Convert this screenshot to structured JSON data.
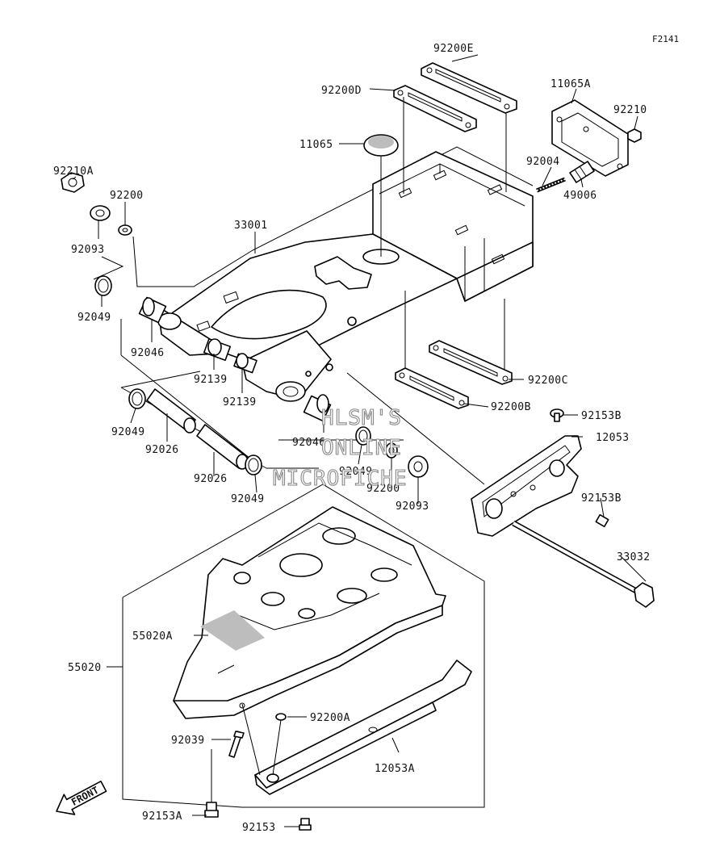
{
  "diagram_code": "F2141",
  "watermark": [
    "HLSM'S",
    "ONLINE",
    "MICROFICHE"
  ],
  "front_label": "FRONT",
  "part_labels": {
    "p92200E": "92200E",
    "p92200D": "92200D",
    "p11065A": "11065A",
    "p92210": "92210",
    "p11065": "11065",
    "p92004": "92004",
    "p49006": "49006",
    "p92210A": "92210A",
    "p92200_top": "92200",
    "p92093_top": "92093",
    "p33001": "33001",
    "p92049_a": "92049",
    "p92046_a": "92046",
    "p92139_a": "92139",
    "p92139_b": "92139",
    "p92200C": "92200C",
    "p92200B": "92200B",
    "p92153B_a": "92153B",
    "p12053": "12053",
    "p92049_b": "92049",
    "p92026_a": "92026",
    "p92046_b": "92046",
    "p92049_c": "92049",
    "p92200_mid": "92200",
    "p92093_mid": "92093",
    "p92153B_b": "92153B",
    "p92026_b": "92026",
    "p92049_d": "92049",
    "p33032": "33032",
    "p55020A": "55020A",
    "p55020": "55020",
    "p92200A": "92200A",
    "p92039": "92039",
    "p12053A": "12053A",
    "p92153A": "92153A",
    "p92153": "92153"
  }
}
